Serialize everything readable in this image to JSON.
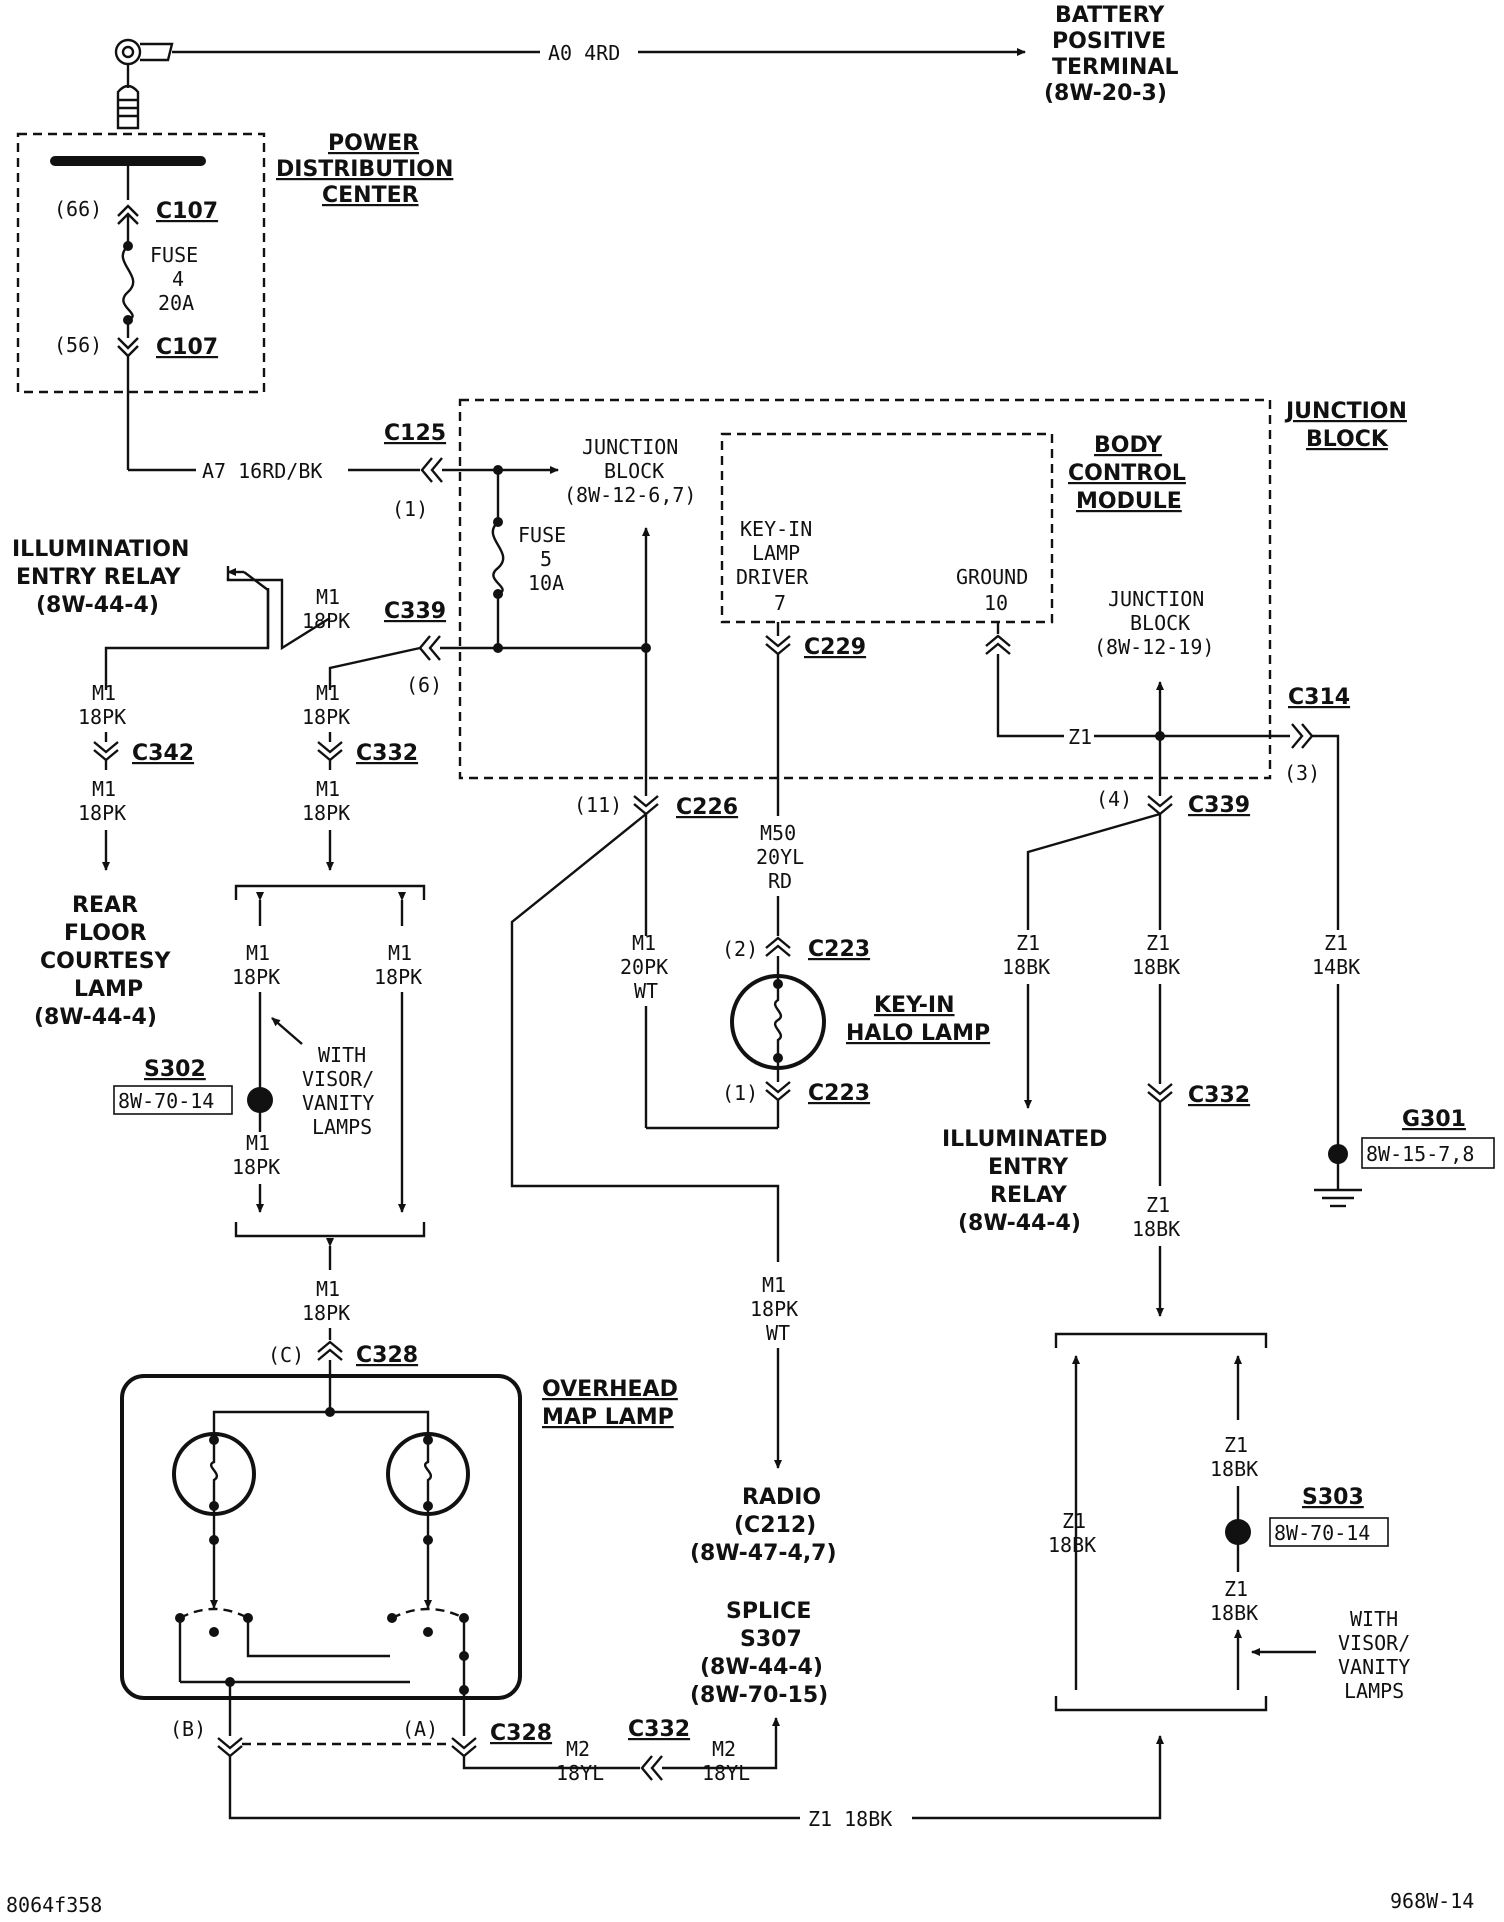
{
  "battery": {
    "l1": "BATTERY",
    "l2": "POSITIVE",
    "l3": "TERMINAL",
    "ref": "(8W-20-3)",
    "wire": "A0 4RD"
  },
  "pdc": {
    "l1": "POWER",
    "l2": "DISTRIBUTION",
    "l3": "CENTER",
    "pin_top": "(66)",
    "pin_bot": "(56)",
    "conn": "C107",
    "fuse_l1": "FUSE",
    "fuse_l2": "4",
    "fuse_l3": "20A"
  },
  "wire_a7": "A7 16RD/BK",
  "c125": {
    "conn": "C125",
    "pin": "(1)"
  },
  "jb_top": {
    "l1": "JUNCTION",
    "l2": "BLOCK",
    "ref": "(8W-12-6,7)"
  },
  "fuse5": {
    "l1": "FUSE",
    "l2": "5",
    "l3": "10A"
  },
  "bcm": {
    "l1": "BODY",
    "l2": "CONTROL",
    "l3": "MODULE",
    "keyin_l1": "KEY-IN",
    "keyin_l2": "LAMP",
    "keyin_l3": "DRIVER",
    "keyin_pin": "7",
    "gnd_l1": "GROUND",
    "gnd_pin": "10"
  },
  "jb_outline": {
    "l1": "JUNCTION",
    "l2": "BLOCK"
  },
  "jb_right": {
    "l1": "JUNCTION",
    "l2": "BLOCK",
    "ref": "(8W-12-19)"
  },
  "illum_relay_top": {
    "l1": "ILLUMINATION",
    "l2": "ENTRY RELAY",
    "ref": "(8W-44-4)"
  },
  "wires": {
    "m1": "M1",
    "pk18": "18PK",
    "pk20": "20PK",
    "wt": "WT",
    "m50": "M50",
    "yl20": "20YL",
    "rd": "RD",
    "z1": "Z1",
    "bk18": "18BK",
    "bk14": "14BK",
    "m2": "M2",
    "yl18": "18YL",
    "z1_18bk": "Z1 18BK"
  },
  "c339": {
    "conn": "C339",
    "pin6": "(6)",
    "pin4": "(4)"
  },
  "c229": {
    "conn": "C229"
  },
  "c314": {
    "conn": "C314",
    "pin": "(3)"
  },
  "c342": {
    "conn": "C342"
  },
  "c332": {
    "conn": "C332"
  },
  "c226": {
    "conn": "C226",
    "pin": "(11)"
  },
  "c223": {
    "conn": "C223",
    "pin2": "(2)",
    "pin1": "(1)"
  },
  "halo": {
    "l1": "KEY-IN",
    "l2": "HALO LAMP"
  },
  "rear_floor": {
    "l1": "REAR",
    "l2": "FLOOR",
    "l3": "COURTESY",
    "l4": "LAMP",
    "ref": "(8W-44-4)"
  },
  "s302": {
    "name": "S302",
    "ref": "8W-70-14"
  },
  "with_visor": {
    "l1": "WITH",
    "l2": "VISOR/",
    "l3": "VANITY",
    "l4": "LAMPS"
  },
  "illum_relay_bot": {
    "l1": "ILLUMINATED",
    "l2": "ENTRY",
    "l3": "RELAY",
    "ref": "(8W-44-4)"
  },
  "g301": {
    "name": "G301",
    "ref": "8W-15-7,8"
  },
  "c328": {
    "conn": "C328",
    "pinC": "(C)",
    "pinB": "(B)",
    "pinA": "(A)"
  },
  "overhead": {
    "l1": "OVERHEAD",
    "l2": "MAP LAMP"
  },
  "radio": {
    "l1": "RADIO",
    "l2": "(C212)",
    "ref": "(8W-47-4,7)"
  },
  "splice": {
    "l1": "SPLICE",
    "l2": "S307",
    "ref1": "(8W-44-4)",
    "ref2": "(8W-70-15)"
  },
  "s303": {
    "name": "S303",
    "ref": "8W-70-14"
  },
  "footer": {
    "left": "8064f358",
    "right": "968W-14"
  }
}
